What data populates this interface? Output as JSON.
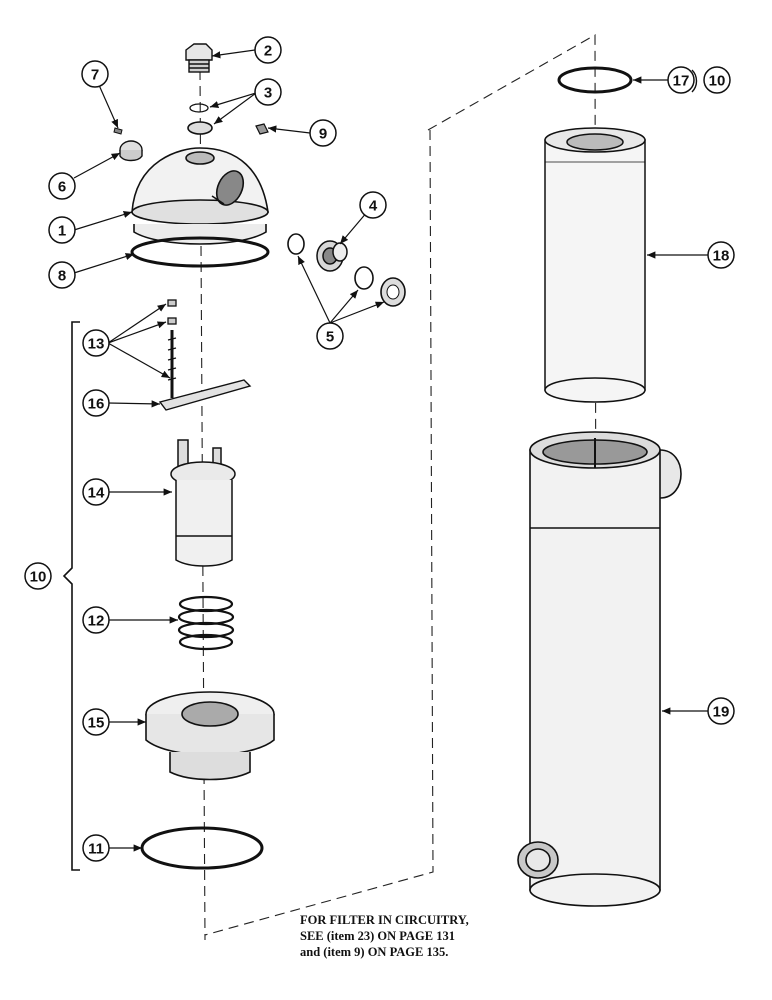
{
  "callouts": {
    "c1": "1",
    "c2": "2",
    "c3": "3",
    "c4": "4",
    "c5": "5",
    "c6": "6",
    "c7": "7",
    "c8": "8",
    "c9": "9",
    "c10a": "10",
    "c10b": "10",
    "c11": "11",
    "c12": "12",
    "c13": "13",
    "c14": "14",
    "c15": "15",
    "c16": "16",
    "c17": "17",
    "c18": "18",
    "c19": "19"
  },
  "note": {
    "line1": "FOR FILTER IN CIRCUITRY,",
    "line2": "SEE (item 23) ON PAGE 131",
    "line3": "and (item 9) ON PAGE 135."
  }
}
